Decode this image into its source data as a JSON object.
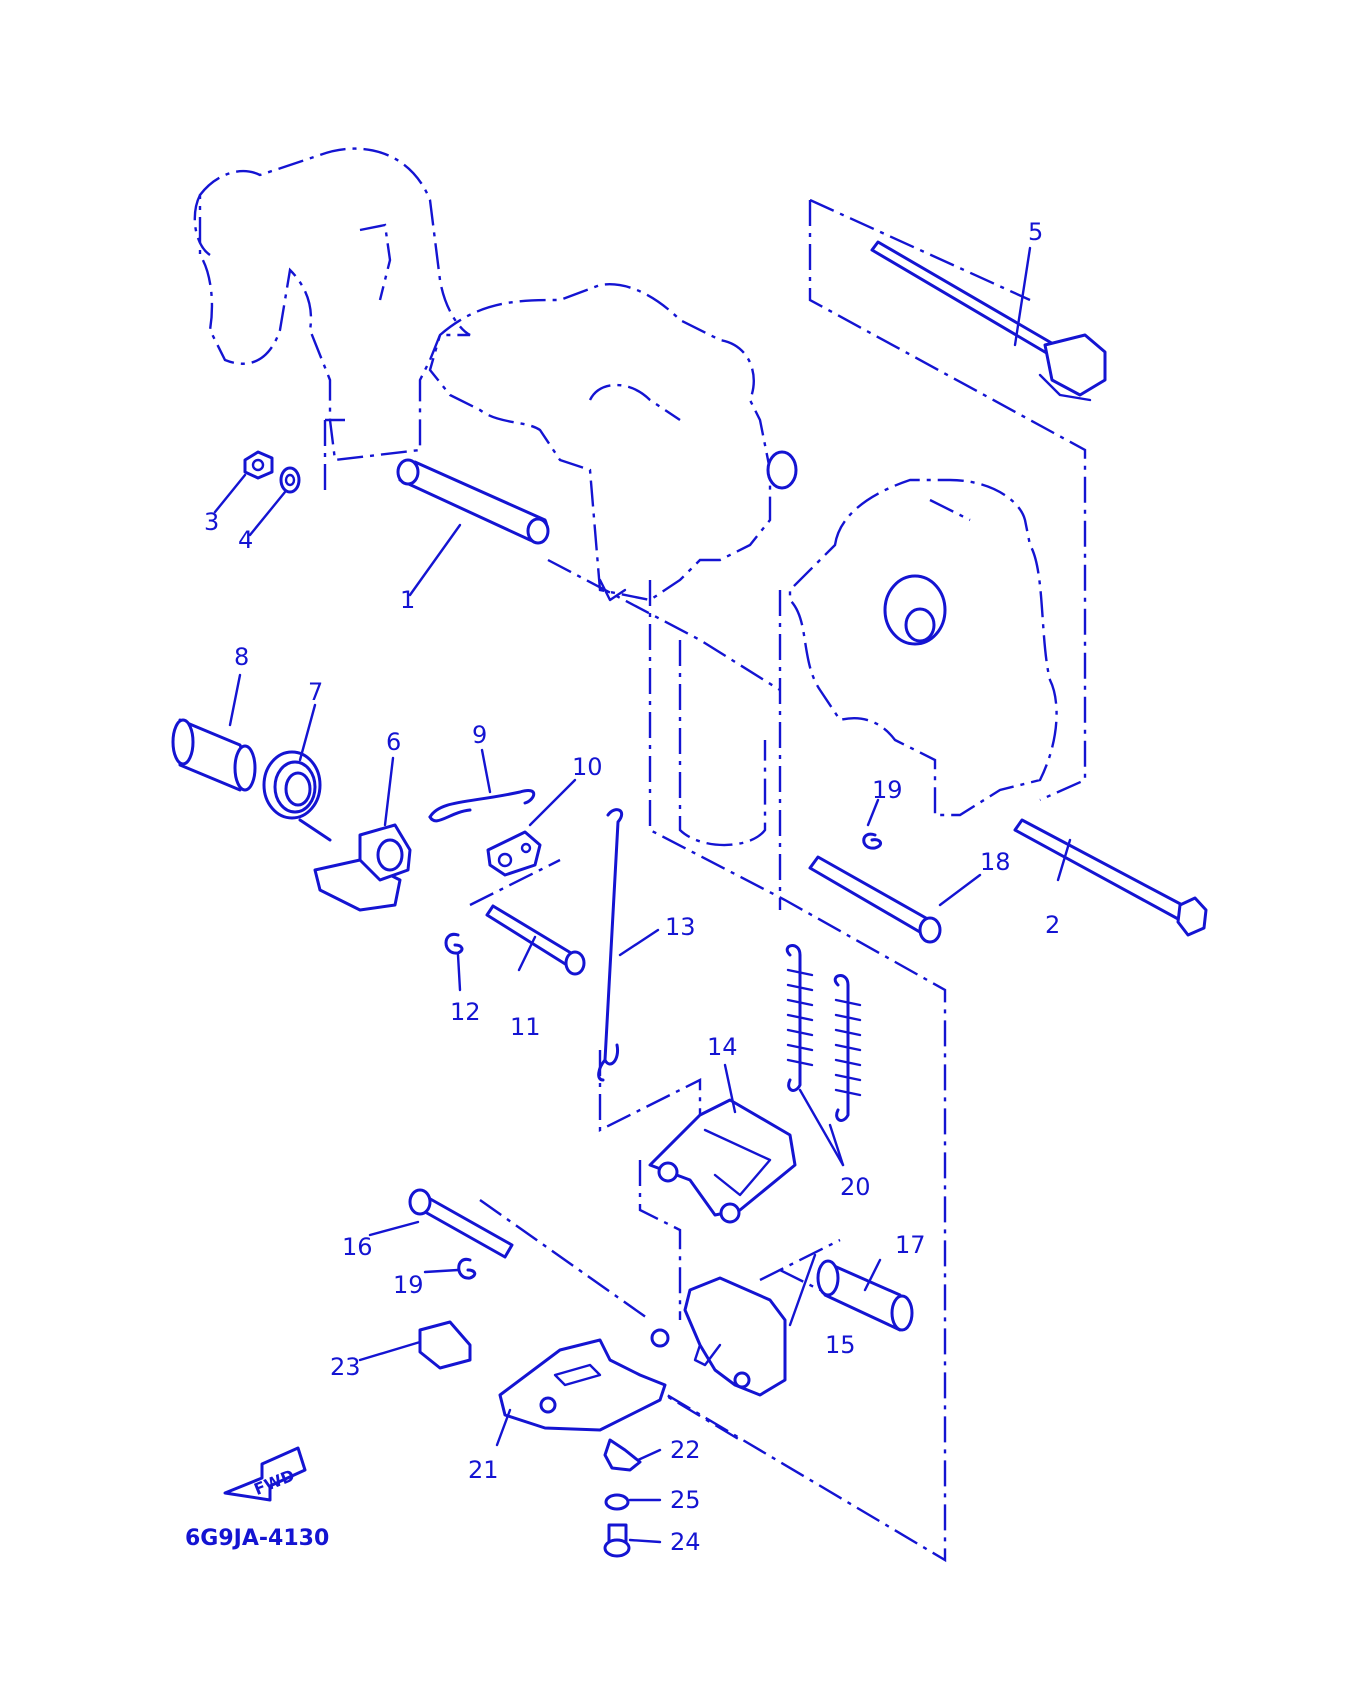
{
  "diagram_code": "6G9JA-4130",
  "fwd_label": "FWD",
  "callouts": [
    {
      "id": "c1",
      "text": "1"
    },
    {
      "id": "c2",
      "text": "2"
    },
    {
      "id": "c3",
      "text": "3"
    },
    {
      "id": "c4",
      "text": "4"
    },
    {
      "id": "c5",
      "text": "5"
    },
    {
      "id": "c6",
      "text": "6"
    },
    {
      "id": "c7",
      "text": "7"
    },
    {
      "id": "c8",
      "text": "8"
    },
    {
      "id": "c9",
      "text": "9"
    },
    {
      "id": "c10",
      "text": "10"
    },
    {
      "id": "c11",
      "text": "11"
    },
    {
      "id": "c12",
      "text": "12"
    },
    {
      "id": "c13",
      "text": "13"
    },
    {
      "id": "c14",
      "text": "14"
    },
    {
      "id": "c15",
      "text": "15"
    },
    {
      "id": "c16",
      "text": "16"
    },
    {
      "id": "c17",
      "text": "17"
    },
    {
      "id": "c18",
      "text": "18"
    },
    {
      "id": "c19a",
      "text": "19"
    },
    {
      "id": "c19b",
      "text": "19"
    },
    {
      "id": "c20",
      "text": "20"
    },
    {
      "id": "c21",
      "text": "21"
    },
    {
      "id": "c22",
      "text": "22"
    },
    {
      "id": "c23",
      "text": "23"
    },
    {
      "id": "c24",
      "text": "24"
    },
    {
      "id": "c25",
      "text": "25"
    }
  ],
  "colors": {
    "ink": "#1414d2",
    "background": "#ffffff"
  }
}
